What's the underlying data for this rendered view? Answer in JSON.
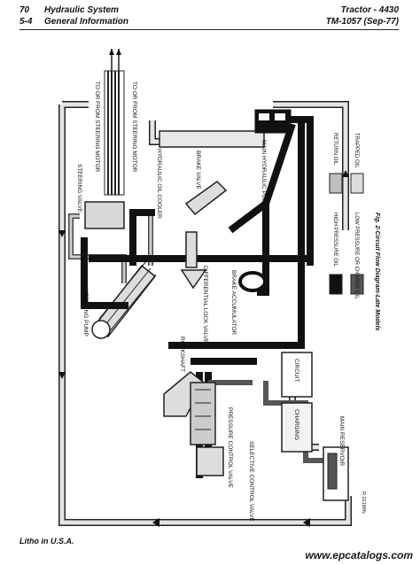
{
  "header": {
    "page_number": "70",
    "section": "5-4",
    "title_left": "Hydraulic System",
    "subtitle_left": "General Information",
    "title_right": "Tractor - 4430",
    "subtitle_right": "TM-1057 (Sep-77)"
  },
  "diagram": {
    "labels": {
      "to_from_steering_motor_1": "TO OR FROM STEERING MOTOR",
      "to_from_steering_motor_2": "TO OR FROM STEERING MOTOR",
      "steering_valve": "STEERING VALVE",
      "hydraulic_oil_cooler": "HYDRAULIC OIL COOLER",
      "brake_valve": "BRAKE VALVE",
      "main_hydraulic_pump": "MAIN HYDRAULIC PUMP",
      "metering_pump": "METERING PUMP",
      "differential_lock_valve": "DIFFERENTIAL LOCK VALVE",
      "brake_accumulator": "BRAKE ACCUMULATOR",
      "rockshaft": "ROCKSHAFT",
      "circuit": "CIRCUIT",
      "charging": "CHARGING",
      "pressure_control_valve": "PRESSURE CONTROL VALVE",
      "selective_control_valve": "SELECTIVE CONTROL VALVE",
      "main_reservoir": "MAIN RESERVOIR",
      "drawing_number": "R 22188N"
    },
    "legend": [
      {
        "label": "RETURN OIL",
        "color": "#bfbfbf"
      },
      {
        "label": "TRAPPED OIL",
        "color": "#dcdcdc"
      },
      {
        "label": "HIGH PRESSURE OIL",
        "color": "#111111"
      },
      {
        "label": "LOW PRESSURE OR CHARGE OIL",
        "color": "#555555"
      }
    ],
    "caption": "Fig. 2-Circuit Flow Diagram-Late Models"
  },
  "footer": {
    "litho": "Litho in U.S.A.",
    "watermark": "www.epcatalogs.com"
  }
}
